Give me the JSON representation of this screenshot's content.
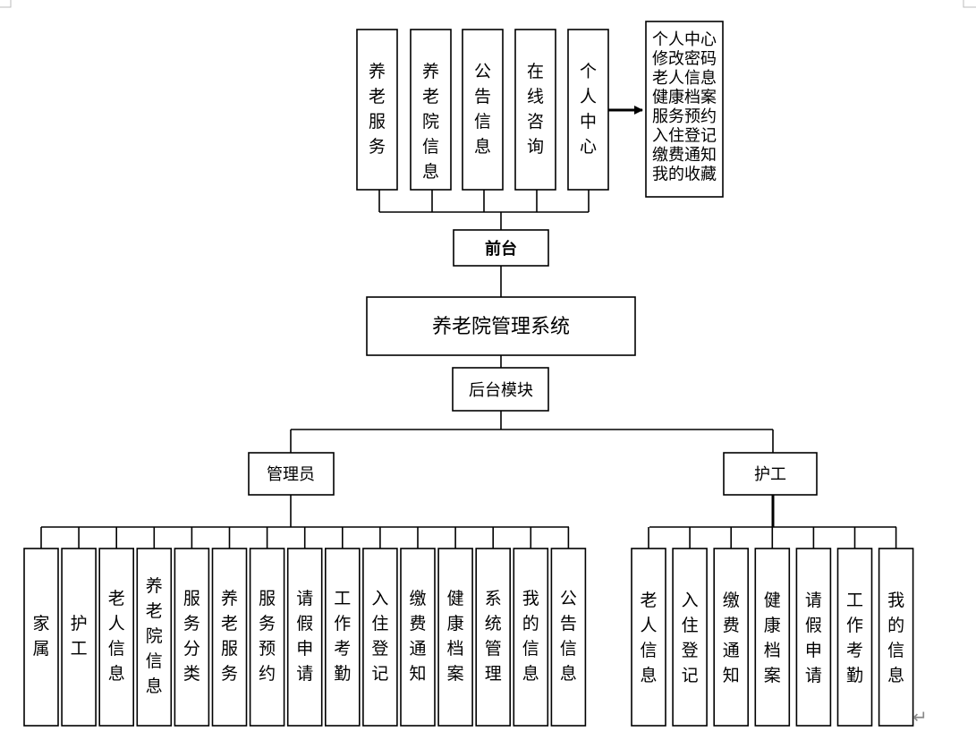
{
  "front": {
    "modules": [
      {
        "label": "养老服务"
      },
      {
        "label": "养老院信息"
      },
      {
        "label": "公告信息"
      },
      {
        "label": "在线咨询"
      },
      {
        "label": "个人中心"
      }
    ],
    "personal_center_items": [
      "个人中心",
      "修改密码",
      "老人信息",
      "健康档案",
      "服务预约",
      "入住登记",
      "缴费通知",
      "我的收藏"
    ],
    "node_label": "前台"
  },
  "system_title": "养老院管理系统",
  "backend_label": "后台模块",
  "admin": {
    "label": "管理员",
    "modules": [
      "家属",
      "护工",
      "老人信息",
      "养老院信息",
      "服务分类",
      "养老服务",
      "服务预约",
      "请假申请",
      "工作考勤",
      "入住登记",
      "缴费通知",
      "健康档案",
      "系统管理",
      "我的信息",
      "公告信息"
    ]
  },
  "worker": {
    "label": "护工",
    "modules": [
      "老人信息",
      "入住登记",
      "缴费通知",
      "健康档案",
      "请假申请",
      "工作考勤",
      "我的信息"
    ]
  },
  "return_mark": "↵"
}
